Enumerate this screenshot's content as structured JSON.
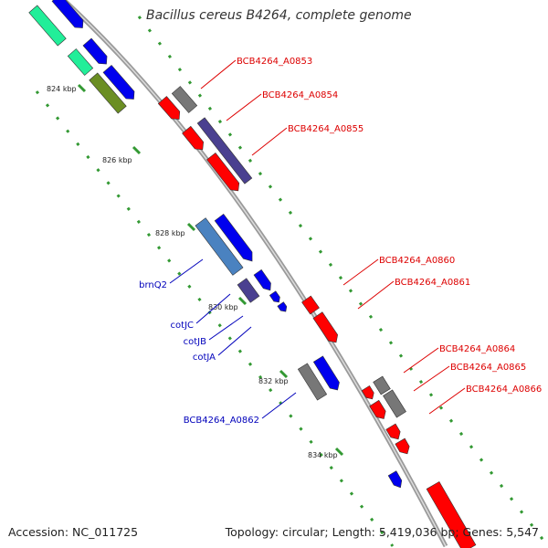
{
  "title": "Bacillus cereus B4264, complete genome",
  "footer": {
    "accession": "Accession: NC_011725",
    "summary": "Topology: circular; Length: 5,419,036 bp; Genes: 5,547"
  },
  "colors": {
    "backbone": "#9a9a9a",
    "ruler_dots": "#339933",
    "label_red": "#dd0000",
    "label_blue": "#0000bb",
    "gene_red": "#ff0000",
    "gene_blue": "#0000ee",
    "gene_gray": "#777777",
    "gene_steelblue": "#4a82c0",
    "gene_slate": "#4a4090",
    "gene_teal": "#22ee99",
    "gene_olive": "#6b8e23"
  },
  "ruler_labels": [
    "824 kbp",
    "826 kbp",
    "828 kbp",
    "830 kbp",
    "832 kbp",
    "834 kbp"
  ],
  "red_labels": [
    "BCB4264_A0853",
    "BCB4264_A0854",
    "BCB4264_A0855",
    "BCB4264_A0860",
    "BCB4264_A0861",
    "BCB4264_A0864",
    "BCB4264_A0865",
    "BCB4264_A0866"
  ],
  "blue_labels": [
    "brnQ2",
    "cotJC",
    "cotJB",
    "cotJA",
    "BCB4264_A0862"
  ]
}
